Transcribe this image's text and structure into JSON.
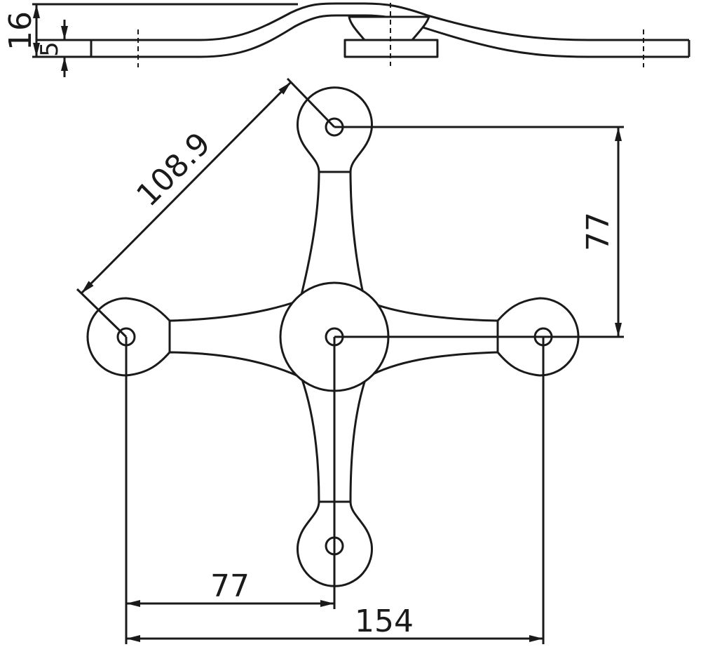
{
  "drawing": {
    "colors": {
      "line": "#1a1a1a",
      "background": "#ffffff"
    }
  },
  "dimensions": {
    "side_height_total": "16",
    "side_plate_thickness": "5",
    "diagonal_arm_length": "108.9",
    "vertical_arm_spacing": "77",
    "horizontal_half_spacing": "77",
    "horizontal_total_spacing": "154"
  }
}
